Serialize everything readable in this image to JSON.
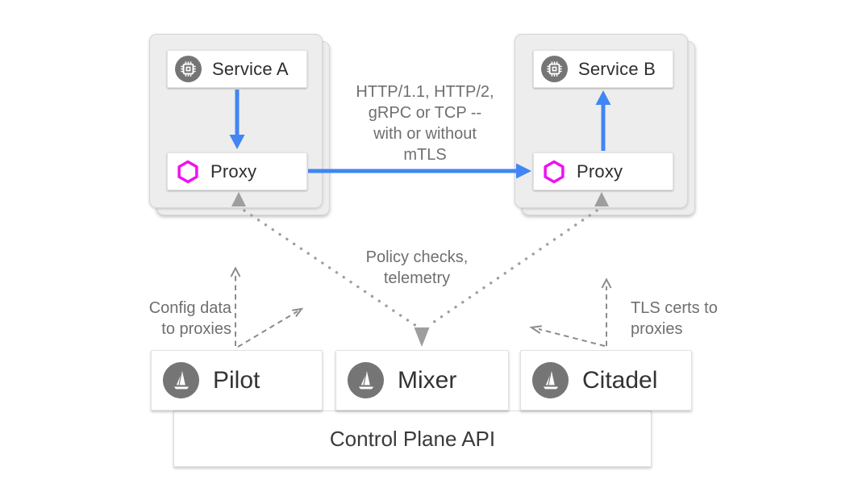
{
  "diagram": {
    "title": "istio-service-mesh-architecture",
    "pods": {
      "left": {
        "service_label": "Service A",
        "proxy_label": "Proxy"
      },
      "right": {
        "service_label": "Service B",
        "proxy_label": "Proxy"
      }
    },
    "labels": {
      "traffic": [
        "HTTP/1.1, HTTP/2,",
        "gRPC or TCP --",
        "with or without",
        "mTLS"
      ],
      "policy": [
        "Policy checks,",
        "telemetry"
      ],
      "config": [
        "Config data",
        "to proxies"
      ],
      "tls": [
        "TLS certs to",
        "proxies"
      ]
    },
    "control_plane": {
      "components": [
        {
          "label": "Pilot"
        },
        {
          "label": "Mixer"
        },
        {
          "label": "Citadel"
        }
      ],
      "api_label": "Control Plane API"
    },
    "icons": {
      "service": "chip-icon",
      "proxy": "hexagon-icon",
      "component": "istio-sail-icon"
    },
    "colors": {
      "arrow_blue": "#4285f4",
      "proxy_magenta": "#f011f0",
      "icon_gray": "#757575",
      "pod_fill": "#ededed",
      "note_gray": "#6f6f6f",
      "dotted_gray": "#9e9e9e",
      "dashed_gray": "#8b8b8b"
    }
  }
}
